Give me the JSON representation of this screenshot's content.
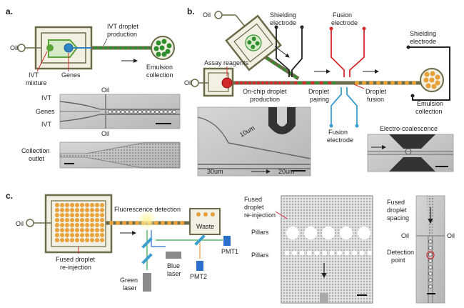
{
  "colors": {
    "chip_outline": "#6b6b4a",
    "chip_fill": "#f2f0e2",
    "ivt_green": "#5aa336",
    "genes_blue": "#2f86c6",
    "droplet_green": "#2f8f2f",
    "droplet_orange": "#e8a13a",
    "red": "#d22a2a",
    "cyan": "#3a9fcf",
    "laser_green": "#35a64a",
    "laser_blue": "#2a6fc9",
    "gray_box": "#8a8a8a"
  },
  "panel_a": {
    "panel_label": "a.",
    "oil": "Oil",
    "ivt_droplet_production_line1": "IVT droplet",
    "ivt_droplet_production_line2": "production",
    "ivt_mixture_line1": "IVT",
    "ivt_mixture_line2": "mixture",
    "genes": "Genes",
    "emulsion_collection_line1": "Emulsion",
    "emulsion_collection_line2": "collection",
    "photo1_ivt_top": "IVT",
    "photo1_genes": "Genes",
    "photo1_ivt_bottom": "IVT",
    "photo1_oil_top": "Oil",
    "photo1_oil_bottom": "Oil",
    "collection_outlet_line1": "Collection",
    "collection_outlet_line2": "outlet"
  },
  "panel_b": {
    "panel_label": "b.",
    "oil_top": "Oil",
    "oil_left": "Oil",
    "shielding_electrode_line1": "Shielding",
    "shielding_electrode_line2": "electrode",
    "fusion_electrode_top_line1": "Fusion",
    "fusion_electrode_top_line2": "electrode",
    "shielding_electrode_right_line1": "Shielding",
    "shielding_electrode_right_line2": "electrode",
    "assay_reagents": "Assay reagents",
    "onchip_line1": "On-chip droplet",
    "onchip_line2": "production",
    "droplet_pairing_line1": "Droplet",
    "droplet_pairing_line2": "pairing",
    "droplet_fusion_line1": "Droplet",
    "droplet_fusion_line2": "fusion",
    "emulsion_collection_line1": "Emulsion",
    "emulsion_collection_line2": "collection",
    "fusion_electrode_bottom_line1": "Fusion",
    "fusion_electrode_bottom_line2": "electrode",
    "photo_10um": "10um",
    "photo_30um": "30um",
    "photo_20um": "20um",
    "electro_coalescence": "Electro-coalescence"
  },
  "panel_c": {
    "panel_label": "c.",
    "oil": "Oil",
    "fluorescence_detection": "Fluorescence detection",
    "waste": "Waste",
    "pmt1": "PMT1",
    "pmt2": "PMT2",
    "blue_laser_line1": "Blue",
    "blue_laser_line2": "laser",
    "green_laser_line1": "Green",
    "green_laser_line2": "laser",
    "fused_reinjection_line1": "Fused droplet",
    "fused_reinjection_line2": "re-injection",
    "photo_fused_line1": "Fused",
    "photo_fused_line2": "droplet",
    "photo_fused_line3": "re-injection",
    "pillars_top": "Pillars",
    "pillars_bottom": "Pillars",
    "spacing_line1": "Fused",
    "spacing_line2": "droplet",
    "spacing_line3": "spacing",
    "spacing_oil_left": "Oil",
    "spacing_oil_right": "Oil",
    "detection_point_line1": "Detection",
    "detection_point_line2": "point"
  }
}
